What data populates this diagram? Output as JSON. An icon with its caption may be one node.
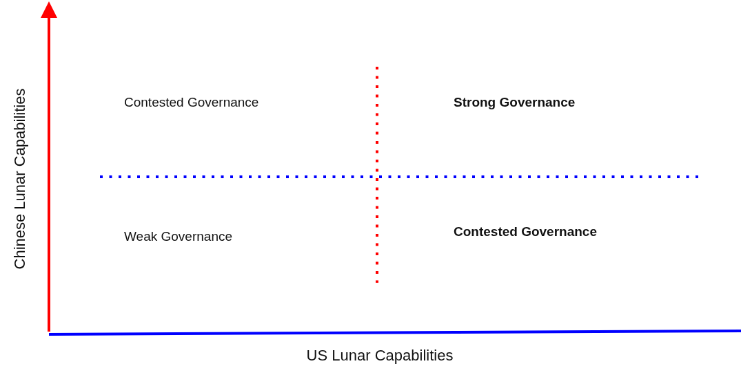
{
  "diagram": {
    "labels": [
      "Contested Governance",
      "Strong Governance",
      "Weak Governance",
      "Contested Governance",
      "Chinese Lunar Capabilities",
      "US Lunar Capabilities"
    ]
  }
}
